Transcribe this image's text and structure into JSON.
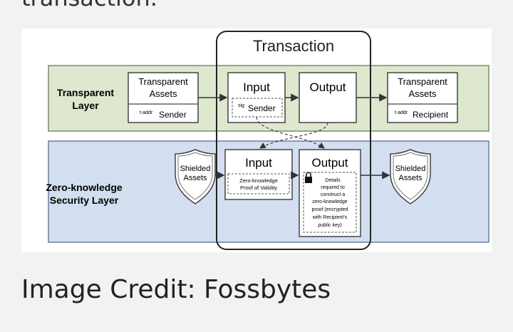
{
  "page_heading_partial": "transaction.",
  "diagram": {
    "transaction_title": "Transaction",
    "transparent_layer": {
      "label_line1": "Transparent",
      "label_line2": "Layer"
    },
    "zk_layer": {
      "label_line1": "Zero-knowledge",
      "label_line2": "Security Layer"
    },
    "left_transparent_assets": {
      "line1": "Transparent",
      "line2": "Assets",
      "addr_prefix": "t-addr",
      "addr_label": "Sender"
    },
    "right_transparent_assets": {
      "line1": "Transparent",
      "line2": "Assets",
      "addr_prefix": "t-addr",
      "addr_label": "Recipient"
    },
    "transparent_input": {
      "title": "Input",
      "sig_prefix": "sig",
      "sig_label": "Sender"
    },
    "transparent_output": {
      "title": "Output"
    },
    "zk_input": {
      "title": "Input",
      "proof_line1": "Zero-knowledge",
      "proof_line2": "Proof of Validity"
    },
    "zk_output": {
      "title": "Output",
      "details": [
        "Details",
        "required to",
        "construct a",
        "zero-knowledge",
        "proof (encrypted",
        "with Recipient's",
        "public key)"
      ]
    },
    "shield_left": {
      "line1": "Shielded",
      "line2": "Assets"
    },
    "shield_right": {
      "line1": "Shielded",
      "line2": "Assets"
    }
  },
  "caption": "Image Credit: Fossbytes",
  "colors": {
    "transparent_layer_fill": "#dde8cf",
    "zk_layer_fill": "#d3dff0",
    "box_fill": "#ffffff",
    "stroke": "#444444"
  }
}
